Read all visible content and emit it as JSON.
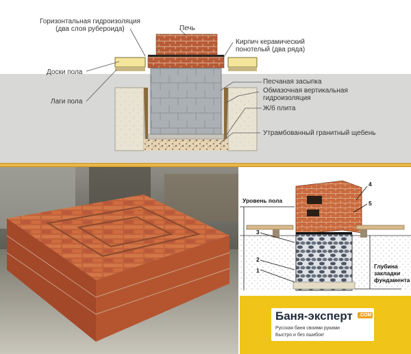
{
  "top_diagram": {
    "labels": {
      "horizontal_waterproofing": "Горизонтальная гидроизоляция\n(два слоя рубероида)",
      "stove": "Печь",
      "ceramic_brick": "Кирпич керамический\nпонотелый (два ряда)",
      "floor_boards": "Доски пола",
      "floor_joists": "Лаги пола",
      "sand_fill": "Песчаная засыпка",
      "vertical_waterproofing": "Обмазочная вертикальная\nгидроизоляция",
      "concrete_slab": "Ж/б плита",
      "crushed_granite": "Утрамбованный гранитный щебень"
    }
  },
  "right_diagram": {
    "labels": {
      "floor_level": "Уровень пола",
      "foundation_depth": "Глубина\nзакладки\nфундамента",
      "num_1": "1",
      "num_2": "2",
      "num_3": "3",
      "num_4": "4",
      "num_5": "5"
    }
  },
  "logo": {
    "title": "Баня-эксперт",
    "domain_badge": ".COM",
    "tagline_1": "Русская баня своими руками",
    "tagline_2": "Быстро и без ошибок!"
  },
  "colors": {
    "divider": "#e8b84a",
    "logo_background": "#f0c418",
    "brick": "#b5532e",
    "block_grey": "#a8acad"
  }
}
